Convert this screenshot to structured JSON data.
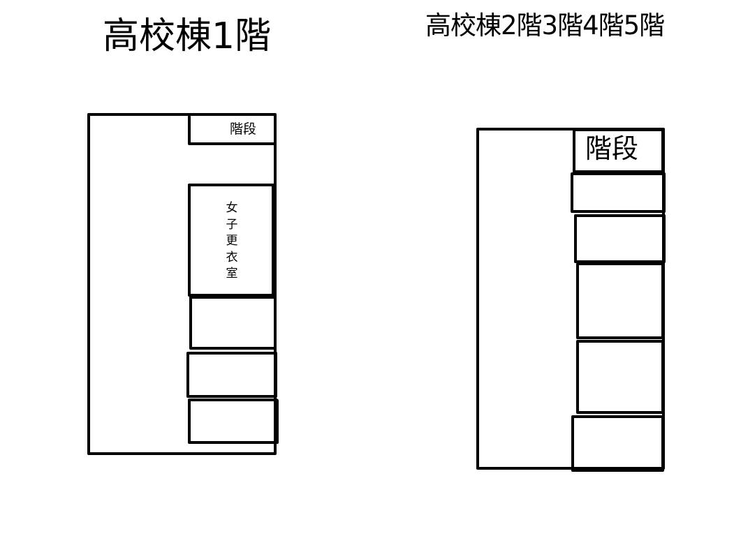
{
  "titles": {
    "left": "高校棟1階",
    "right": "高校棟2階3階4階5階"
  },
  "floor_1": {
    "stairs_label": "階段",
    "locker_room_label": "女子更衣室"
  },
  "floor_2_to_5": {
    "stairs_label": "階段"
  },
  "colors": {
    "line": "#000000",
    "background": "#ffffff"
  }
}
